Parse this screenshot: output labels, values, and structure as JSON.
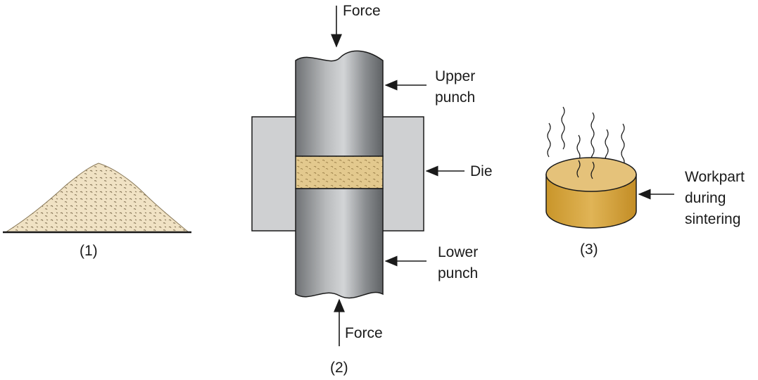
{
  "labels": {
    "force_top": "Force",
    "force_bottom": "Force",
    "upper_punch_1": "Upper",
    "upper_punch_2": "punch",
    "die": "Die",
    "lower_punch_1": "Lower",
    "lower_punch_2": "punch",
    "workpart_1": "Workpart",
    "workpart_2": "during",
    "workpart_3": "sintering",
    "step1": "(1)",
    "step2": "(2)",
    "step3": "(3)"
  },
  "colors": {
    "powder": "#f0e2c4",
    "punch": "#8f9294",
    "punch_highlight": "#c6c8ca",
    "die": "#cfd0d2",
    "compact": "#e0c68a",
    "workpart": "#d9a83c",
    "outline": "#1a1a1a"
  }
}
